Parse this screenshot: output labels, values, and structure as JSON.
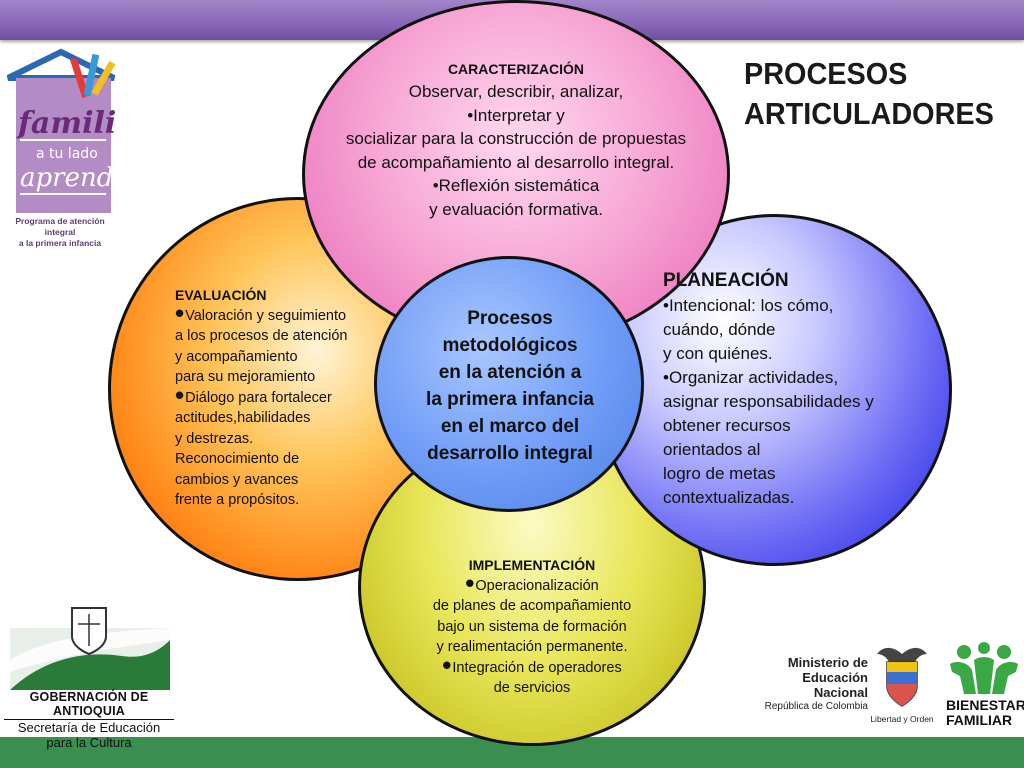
{
  "title": {
    "line1": "PROCESOS",
    "line2": "ARTICULADORES"
  },
  "circles": {
    "caracterizacion": {
      "heading": "CARACTERIZACIÓN",
      "lines": [
        "Observar, describir, analizar,",
        "•Interpretar  y",
        "socializar para la construcción de propuestas",
        "de acompañamiento al desarrollo integral.",
        "•Reflexión sistemática",
        "y evaluación formativa."
      ]
    },
    "evaluacion": {
      "heading": "EVALUACIÓN",
      "bullet1_lines": [
        "Valoración y seguimiento",
        "a los procesos de atención",
        "y acompañamiento",
        "para su mejoramiento"
      ],
      "bullet2_lines": [
        "Diálogo para fortalecer",
        "actitudes,habilidades",
        "y destrezas.",
        "Reconocimiento de",
        "cambios y avances",
        "frente  a propósitos."
      ]
    },
    "planeacion": {
      "heading": "PLANEACIÓN",
      "lines": [
        "•Intencional: los cómo,",
        "cuándo, dónde",
        "y con quiénes.",
        "•Organizar actividades,",
        "asignar responsabilidades y",
        "obtener recursos",
        "orientados al",
        "logro de metas",
        "contextualizadas."
      ]
    },
    "implementacion": {
      "heading": "IMPLEMENTACIÓN",
      "bullet1_lines": [
        "Operacionalización",
        "de planes de acompañamiento",
        "bajo un sistema de formación",
        "y realimentación permanente."
      ],
      "bullet2_lines": [
        "Integración de operadores",
        "de servicios"
      ]
    },
    "centro": {
      "lines": [
        "Procesos",
        "metodológicos",
        " en la atención a",
        " la primera infancia",
        "en el marco del",
        "desarrollo integral"
      ]
    }
  },
  "logos": {
    "familia": {
      "program_line1": "Programa de atención integral",
      "program_line2": "a la primera infancia"
    },
    "gobernacion": {
      "name": "GOBERNACIÓN DE ANTIOQUIA",
      "line2": "Secretaría de Educación",
      "line3": "para la Cultura"
    },
    "ministerio": {
      "line1": "Ministerio de",
      "line2": "Educación Nacional",
      "line3": "República de Colombia",
      "motto": "Libertad y Orden"
    },
    "bienestar": {
      "line1": "BIENESTAR",
      "line2": "FAMILIAR"
    }
  },
  "colors": {
    "top_bar": "#8a67b8",
    "bottom_bar": "#3a8f50",
    "caracterizacion": "#f7a8d6",
    "evaluacion": "#ff8a1a",
    "planeacion": "#3a3af0",
    "implementacion": "#e9e65a",
    "centro": "#6f9cf6"
  }
}
